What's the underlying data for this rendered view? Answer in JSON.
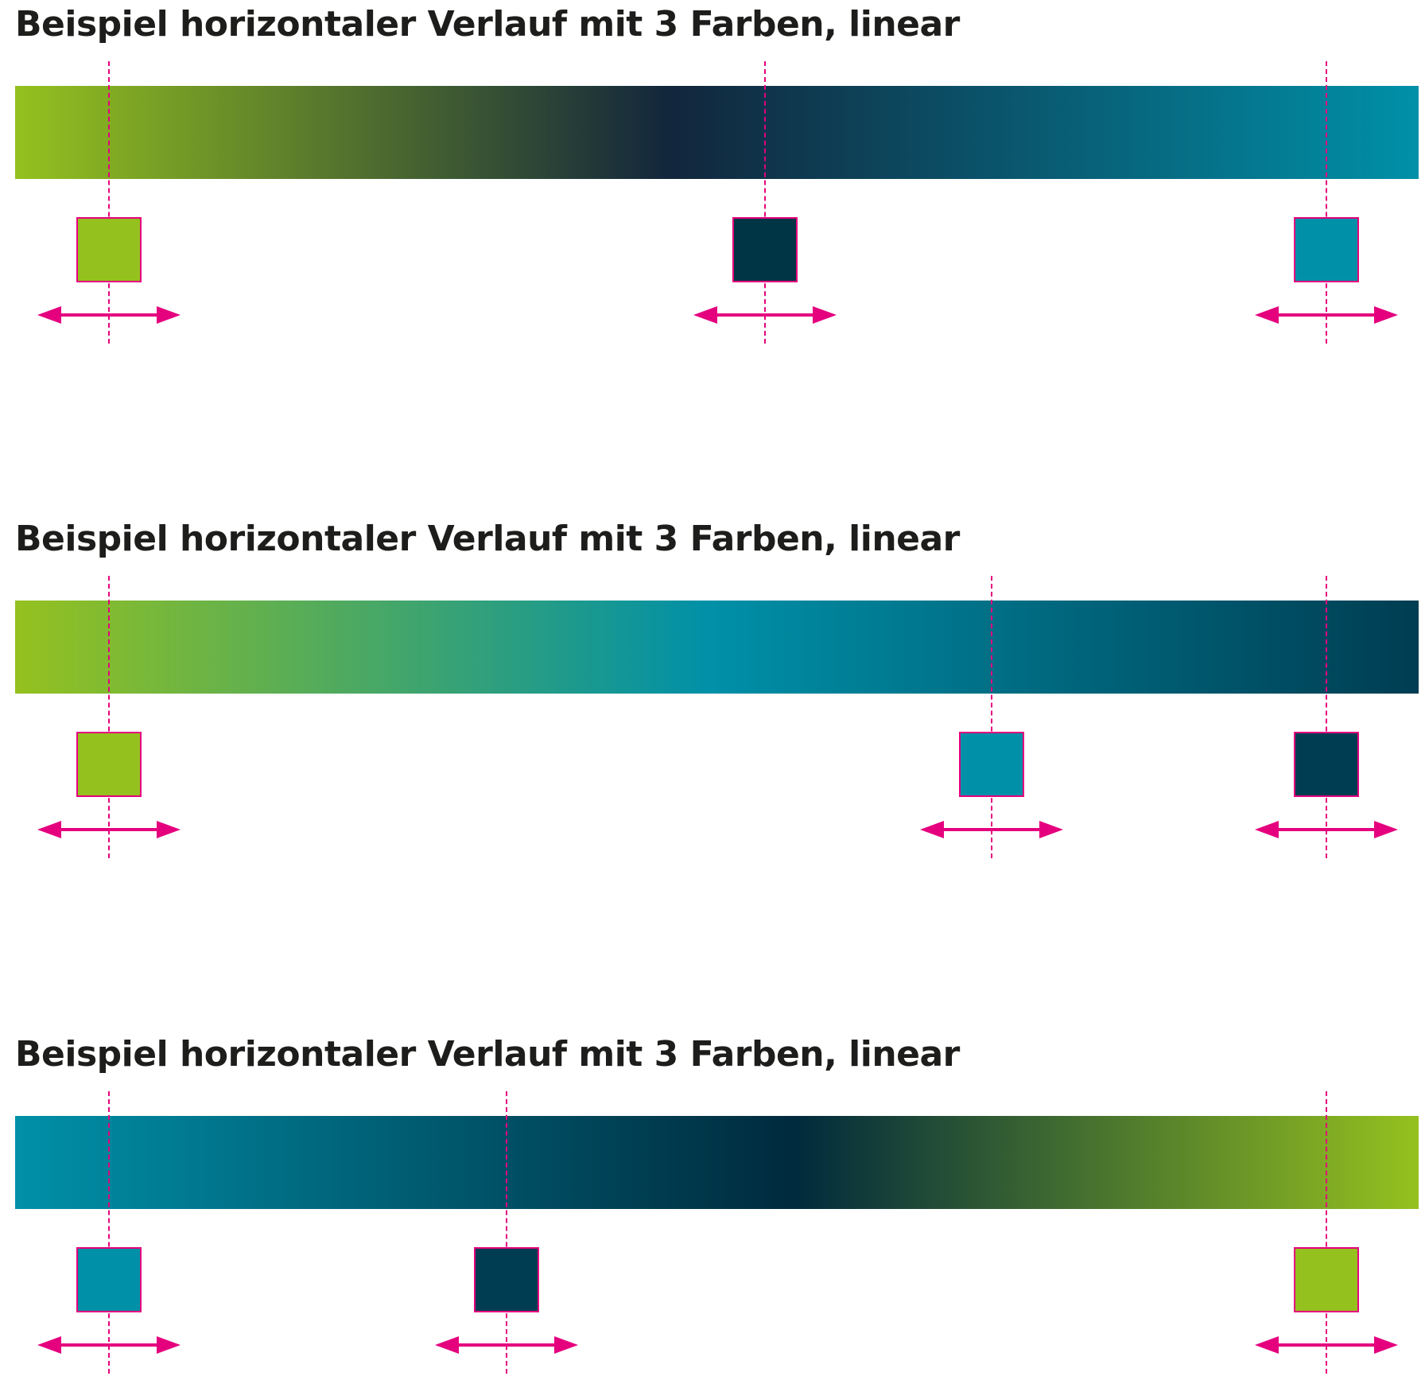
{
  "sections": [
    {
      "title": "Beispiel horizontaler Verlauf mit 3 Farben, linear",
      "stops": [
        {
          "position_percent": 0,
          "color": "#95c11f"
        },
        {
          "position_percent": 46.7,
          "color": "#12263c"
        },
        {
          "position_percent": 100,
          "color": "#0090a8"
        }
      ],
      "markers": [
        {
          "position_percent": 6.7,
          "color": "#95c11f"
        },
        {
          "position_percent": 53.4,
          "color": "#003545"
        },
        {
          "position_percent": 93.4,
          "color": "#0090a8"
        }
      ]
    },
    {
      "title": "Beispiel horizontaler Verlauf mit 3 Farben, linear",
      "stops": [
        {
          "position_percent": 0,
          "color": "#95c11f"
        },
        {
          "position_percent": 49.5,
          "color": "#0090a8"
        },
        {
          "position_percent": 100,
          "color": "#003d52"
        }
      ],
      "markers": [
        {
          "position_percent": 6.7,
          "color": "#95c11f"
        },
        {
          "position_percent": 69.6,
          "color": "#0090a8"
        },
        {
          "position_percent": 93.4,
          "color": "#003d52"
        }
      ]
    },
    {
      "title": "Beispiel horizontaler Verlauf mit 3 Farben, linear",
      "stops": [
        {
          "position_percent": 0,
          "color": "#0090a8"
        },
        {
          "position_percent": 55.5,
          "color": "#002a3d"
        },
        {
          "position_percent": 100,
          "color": "#95c11f"
        }
      ],
      "markers": [
        {
          "position_percent": 6.7,
          "color": "#0090a8"
        },
        {
          "position_percent": 35.0,
          "color": "#003d52"
        },
        {
          "position_percent": 93.4,
          "color": "#95c11f"
        }
      ]
    }
  ],
  "accent_color": "#e5007e"
}
